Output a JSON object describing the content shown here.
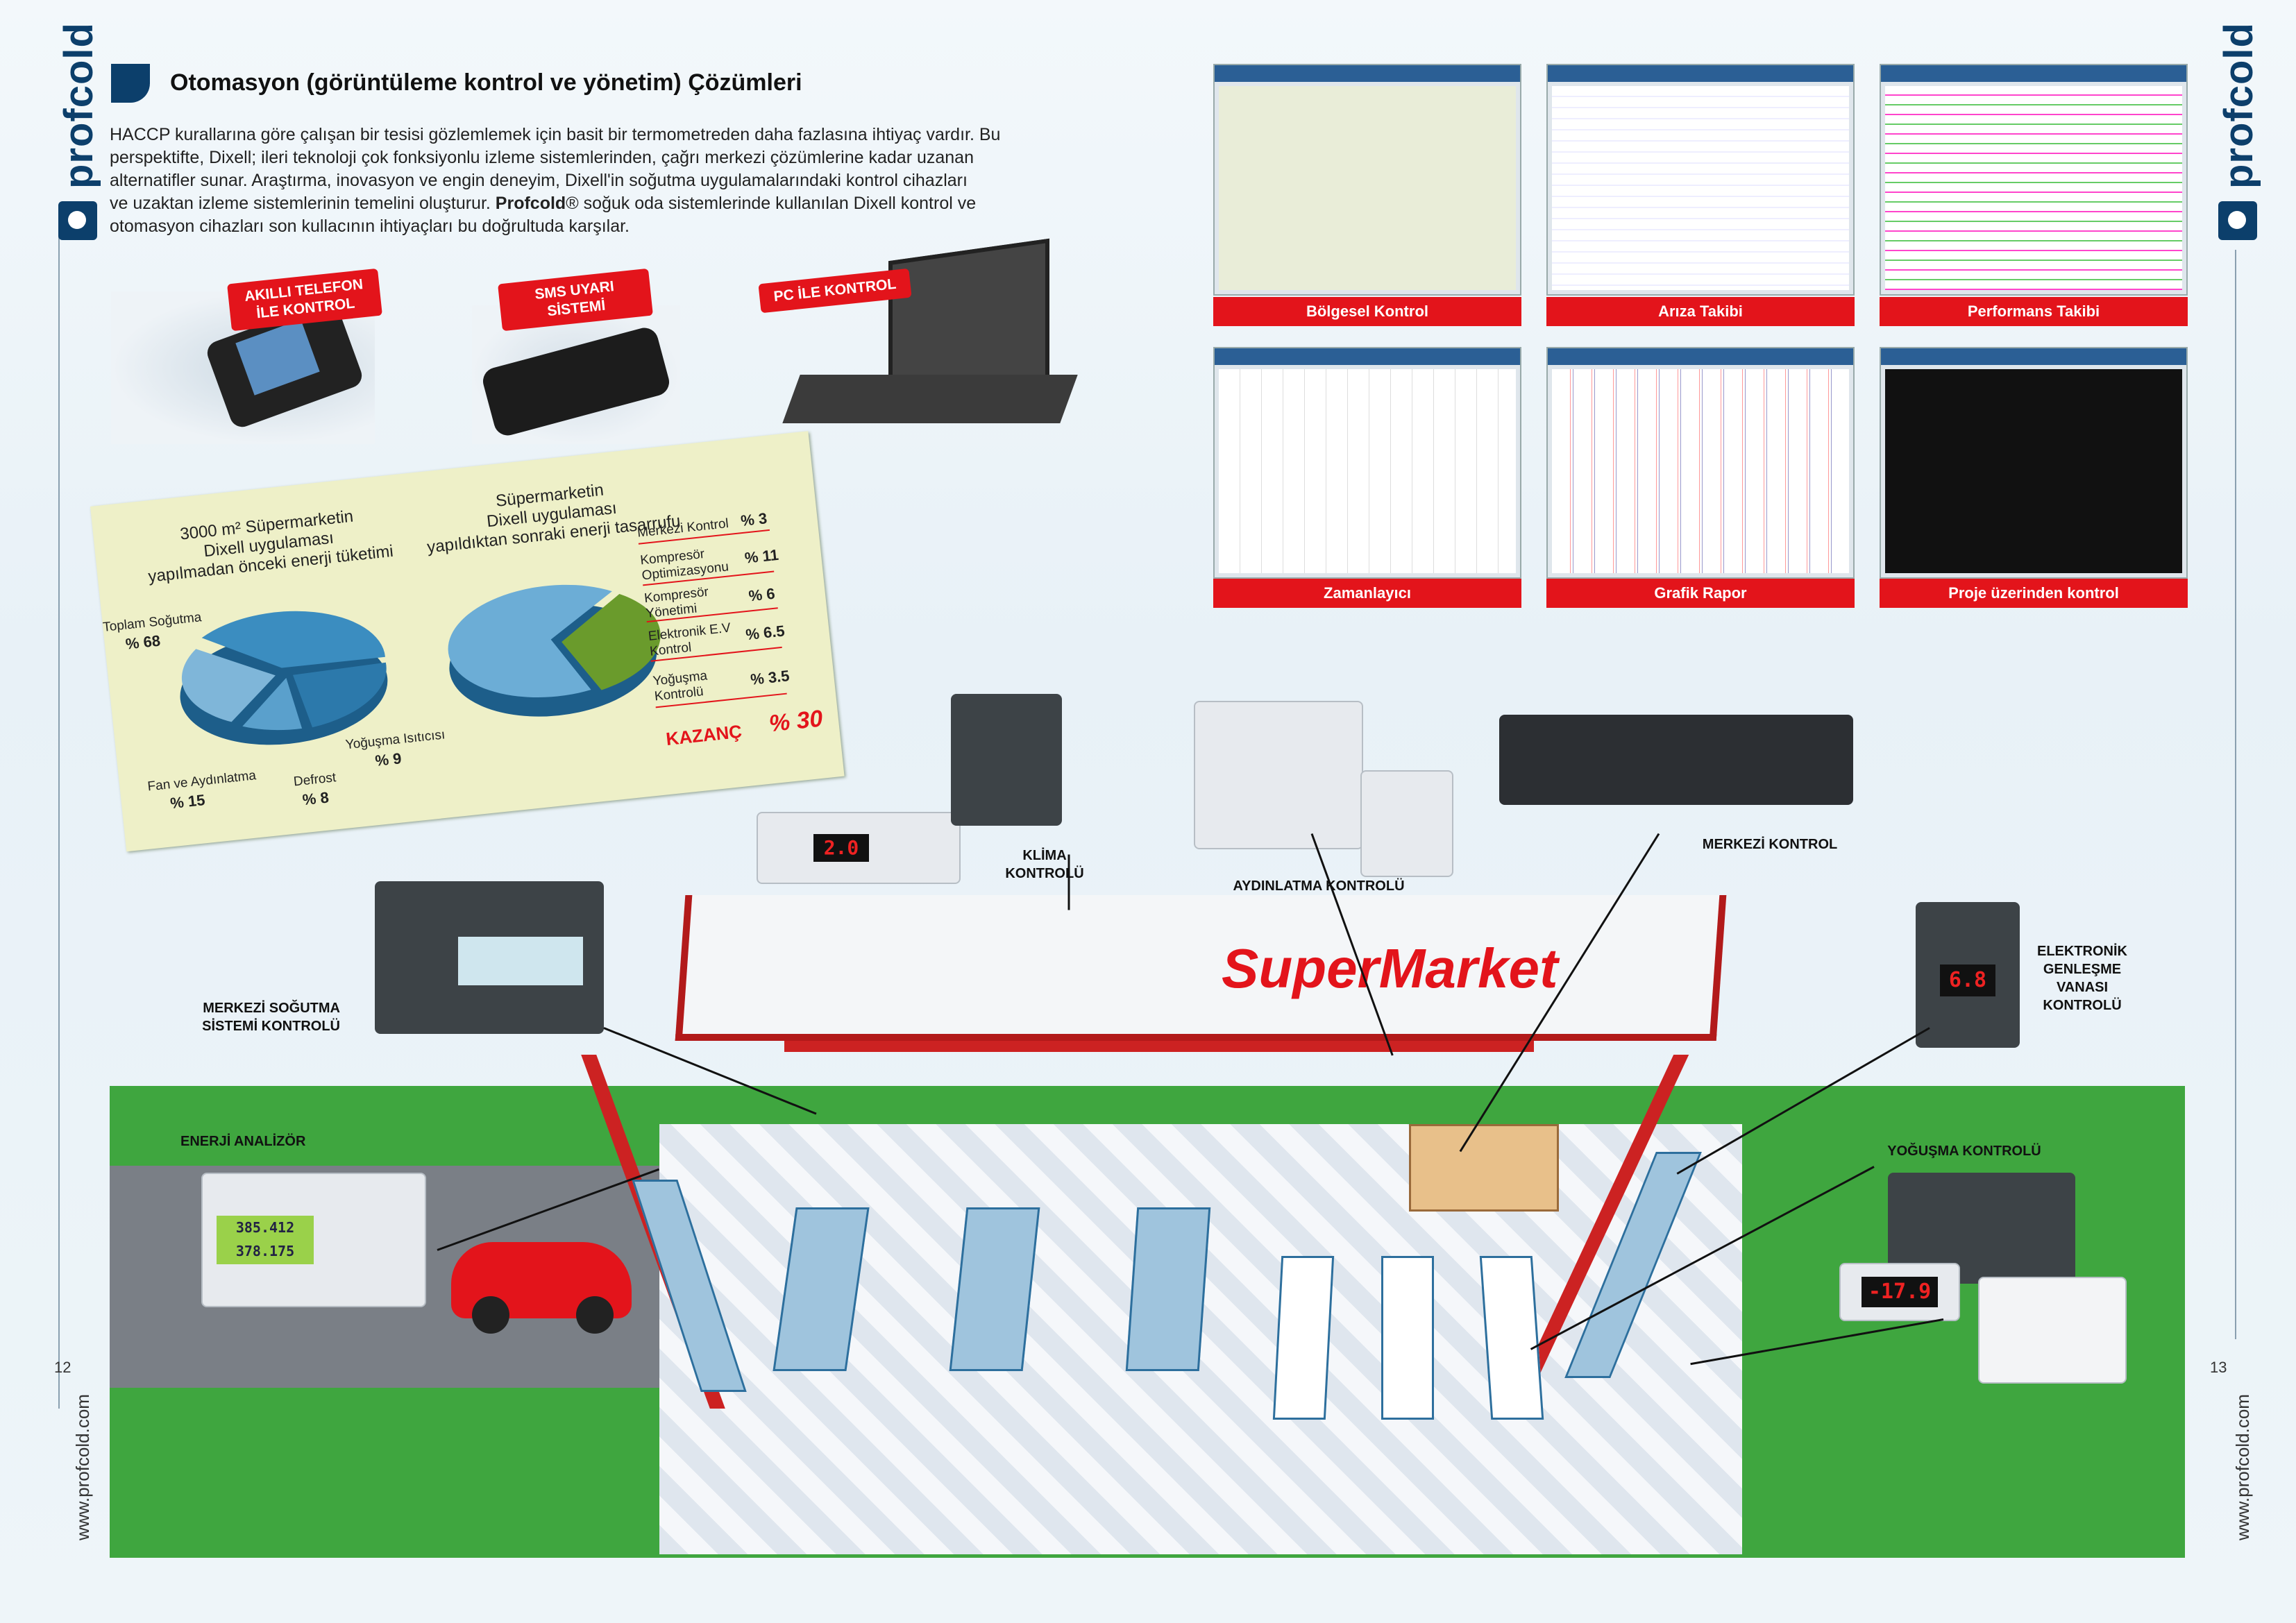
{
  "brand": "profcold",
  "website": "www.profcold.com",
  "pages": {
    "left": "12",
    "right": "13"
  },
  "colors": {
    "accent_red": "#e3141b",
    "brand_blue": "#0c3f6b",
    "panel_bg": "#eef0c8"
  },
  "heading": "Otomasyon (görüntüleme kontrol ve yönetim) Çözümleri",
  "intro": {
    "line1": "HACCP kurallarına göre çalışan bir tesisi gözlemlemek için basit bir termometreden daha fazlasına ihtiyaç vardır. Bu",
    "line2": "perspektifte, Dixell; ileri teknoloji çok fonksiyonlu izleme sistemlerinden, çağrı merkezi çözümlerine kadar uzanan",
    "line3": "alternatifler sunar. Araştırma, inovasyon ve engin deneyim, Dixell'in soğutma uygulamalarındaki kontrol cihazları",
    "line4": "ve uzaktan izleme sistemlerinin temelini oluşturur.",
    "bold": "Profcold",
    "line4_rest": "® soğuk oda sistemlerinde kullanılan Dixell kontrol ve",
    "line5": "otomasyon cihazları son kullacının ihtiyaçları bu doğrultuda karşılar."
  },
  "tags": {
    "phone": "AKILLI TELEFON İLE KONTROL",
    "sms": "SMS UYARI SİSTEMİ",
    "pc": "PC İLE KONTROL"
  },
  "screens": [
    {
      "caption": "Bölgesel Kontrol"
    },
    {
      "caption": "Arıza Takibi"
    },
    {
      "caption": "Performans Takibi"
    },
    {
      "caption": "Zamanlayıcı"
    },
    {
      "caption": "Grafik Rapor"
    },
    {
      "caption": "Proje üzerinden kontrol"
    }
  ],
  "energy": {
    "before_title": [
      "3000 m² Süpermarketin",
      "Dixell uygulaması",
      "yapılmadan önceki enerji tüketimi"
    ],
    "after_title": [
      "Süpermarketin",
      "Dixell uygulaması",
      "yapıldıktan sonraki enerji tasarrufu"
    ],
    "before_slices": [
      {
        "label": "Toplam Soğutma",
        "value": "% 68"
      },
      {
        "label": "Fan ve Aydınlatma",
        "value": "% 15"
      },
      {
        "label": "Defrost",
        "value": "% 8"
      },
      {
        "label": "Yoğuşma Isıtıcısı",
        "value": "% 9"
      }
    ],
    "savings": [
      {
        "label": "Merkezi Kontrol",
        "value": "% 3"
      },
      {
        "label": "Kompresör Optimizasyonu",
        "value": "% 11"
      },
      {
        "label": "Kompresör Yönetimi",
        "value": "% 6"
      },
      {
        "label": "Elektronik E.V Kontrol",
        "value": "% 6.5"
      },
      {
        "label": "Yoğuşma Kontrolü",
        "value": "% 3.5"
      }
    ],
    "gain_label": "KAZANÇ",
    "gain_value": "% 30"
  },
  "scene": {
    "sign": "SuperMarket",
    "labels": {
      "klima": "KLİMA KONTROLÜ",
      "aydinlatma": "AYDINLATMA  KONTROLÜ",
      "merkezi": "MERKEZİ KONTROL",
      "elektronik": "ELEKTRONİK GENLEŞME VANASI KONTROLÜ",
      "sogutma": "MERKEZİ SOĞUTMA SİSTEMİ KONTROLÜ",
      "enerji": "ENERJİ ANALİZÖR",
      "yogusma": "YOĞUŞMA KONTROLÜ"
    },
    "displays": {
      "klima": "2.0",
      "ev": "6.8",
      "yogusma": "-17.9",
      "meter1": "385.412",
      "meter2": "378.175"
    }
  }
}
